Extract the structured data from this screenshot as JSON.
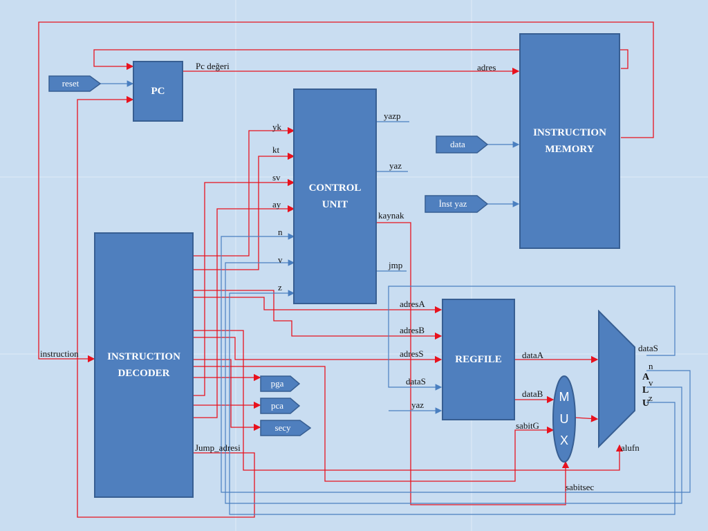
{
  "blocks": {
    "pc": "PC",
    "control_unit": [
      "CONTROL",
      "UNIT"
    ],
    "instruction_memory": [
      "INSTRUCTION",
      "MEMORY"
    ],
    "instruction_decoder": [
      "INSTRUCTION",
      "DECODER"
    ],
    "regfile": "REGFILE",
    "mux": [
      "M",
      "U",
      "X"
    ],
    "alu": [
      "A",
      "L",
      "U"
    ]
  },
  "ports": {
    "reset": "reset",
    "data": "data",
    "inst_yaz": "İnst yaz",
    "pga": "pga",
    "pca": "pca",
    "secy": "secy"
  },
  "labels": {
    "pc_degeri": "Pc değeri",
    "adres": "adres",
    "yk": "yk",
    "kt": "kt",
    "sv": "sv",
    "ay": "ay",
    "n_in": "n",
    "v_in": "v",
    "z_in": "z",
    "yazp": "yazp",
    "yaz_cu": "yaz",
    "kaynak": "kaynak",
    "jmp": "jmp",
    "adresA": "adresA",
    "adresB": "adresB",
    "adresS": "adresS",
    "dataS_in": "dataS",
    "yaz_rf": "yaz",
    "dataA": "dataA",
    "dataB": "dataB",
    "sabitG": "sabitG",
    "dataS_out": "dataS",
    "n_out": "n",
    "v_out": "v",
    "z_out": "z",
    "alufn": "alufn",
    "sabitsec": "sabitsec",
    "instruction": "instruction",
    "jump_adresi": "Jump_adresi"
  },
  "colors": {
    "block_fill": "#4f7fbe",
    "block_border": "#375e92",
    "wire_red": "#e8121e",
    "wire_blue": "#4a7fc0",
    "background": "#c7dcf0"
  }
}
